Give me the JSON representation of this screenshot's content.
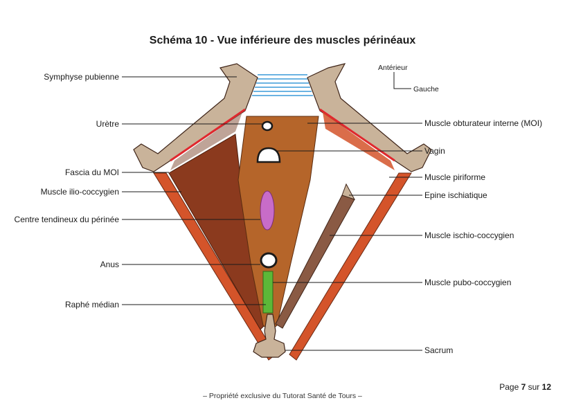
{
  "title": "Schéma 10 - Vue inférieure des muscles périnéaux",
  "orientation": {
    "anterior": "Antérieur",
    "left": "Gauche"
  },
  "labels_left": [
    "Symphyse pubienne",
    "Urètre",
    "Fascia du MOI",
    "Muscle ilio-coccygien",
    "Centre tendineux du périnée",
    "Anus",
    "Raphé médian"
  ],
  "labels_right": [
    "Muscle obturateur interne (MOI)",
    "Vagin",
    "Muscle piriforme",
    "Epine ischiatique",
    "Muscle ischio-coccygien",
    "Muscle pubo-coccygien",
    "Sacrum"
  ],
  "page": {
    "prefix": "Page",
    "current": "7",
    "sep": "sur",
    "total": "12"
  },
  "footer": "– Propriété exclusive du Tutorat Santé de Tours –",
  "colors": {
    "bone": "#c9b39a",
    "iliococcygeus": "#8b3a1e",
    "pubococcygeus": "#b5652a",
    "piriformis": "#d4542a",
    "ischiococcygeus": "#8a5a44",
    "fascia": "#e0282e",
    "symphysis": "#3a9ad9",
    "perineal_body": "#c86cc8",
    "raphe": "#5cb838"
  }
}
